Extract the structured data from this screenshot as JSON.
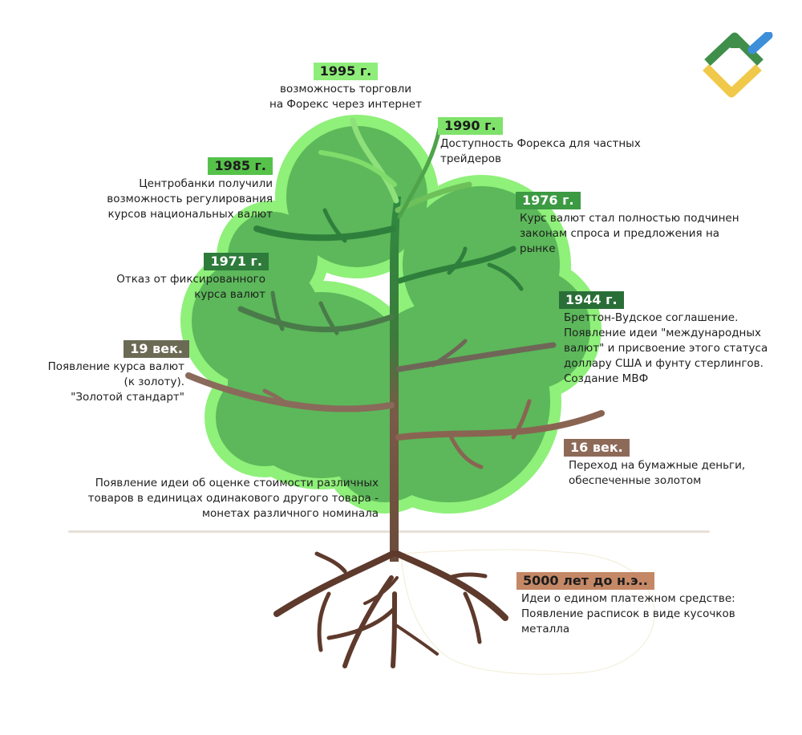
{
  "colors": {
    "canopy_glow": "#8ff07a",
    "canopy": "#5cb85a",
    "canopy_top": "#63b65e",
    "trunk_top": "#2f7d3f",
    "trunk_bottom": "#7a5446",
    "roots": "#5e3a2c",
    "ground": "#d8cfc6"
  },
  "logo": {
    "icon": "brand-logo-icon",
    "colors": [
      "#3f8e4a",
      "#3c8fd8",
      "#f0c94a"
    ]
  },
  "milestones": [
    {
      "year": "1995 г.",
      "text": "возможность торговли\nна Форекс через интернет",
      "badge_color": "#8fee7a",
      "year_color": "#1a1a1a"
    },
    {
      "year": "1990 г.",
      "text": "Доступность Форекса для частных\nтрейдеров",
      "badge_color": "#7fe36b",
      "year_color": "#1a1a1a"
    },
    {
      "year": "1985 г.",
      "text": "Центробанки получили\nвозможность регулирования\nкурсов национальных валют",
      "badge_color": "#56c24a",
      "year_color": "#1a1a1a"
    },
    {
      "year": "1976 г.",
      "text": "Курс валют стал полностью подчинен\nзаконам спроса и предложения на\nрынке",
      "badge_color": "#3c9a43",
      "year_color": "#ffffff"
    },
    {
      "year": "1971 г.",
      "text": "Отказ от фиксированного\nкурса валют",
      "badge_color": "#2e7b3b",
      "year_color": "#ffffff"
    },
    {
      "year": "1944 г.",
      "text": "Бреттон-Вудское соглашение.\nПоявление идеи \"международных\nвалют\" и присвоение этого статуса\nдоллару США и фунту стерлингов.\nСоздание МВФ",
      "badge_color": "#2a6e37",
      "year_color": "#ffffff"
    },
    {
      "year": "19 век.",
      "text": "Появление курса валют\n(к золоту).\n\"Золотой стандарт\"",
      "badge_color": "#6b6a54",
      "year_color": "#ffffff"
    },
    {
      "year": "16 век.",
      "text": "Переход на бумажные деньги,\nобеспеченные золотом",
      "badge_color": "#8d6a58",
      "year_color": "#ffffff"
    },
    {
      "text": "Появление идеи об оценке стоимости различных\nтоваров в единицах одинакового другого товара -\nмонетах различного номинала"
    },
    {
      "year": "5000 лет до н.э..",
      "text": "Идеи о едином платежном средстве:\nПоявление расписок в виде кусочков\nметалла",
      "badge_color": "#c48866",
      "year_color": "#1a1a1a"
    }
  ]
}
